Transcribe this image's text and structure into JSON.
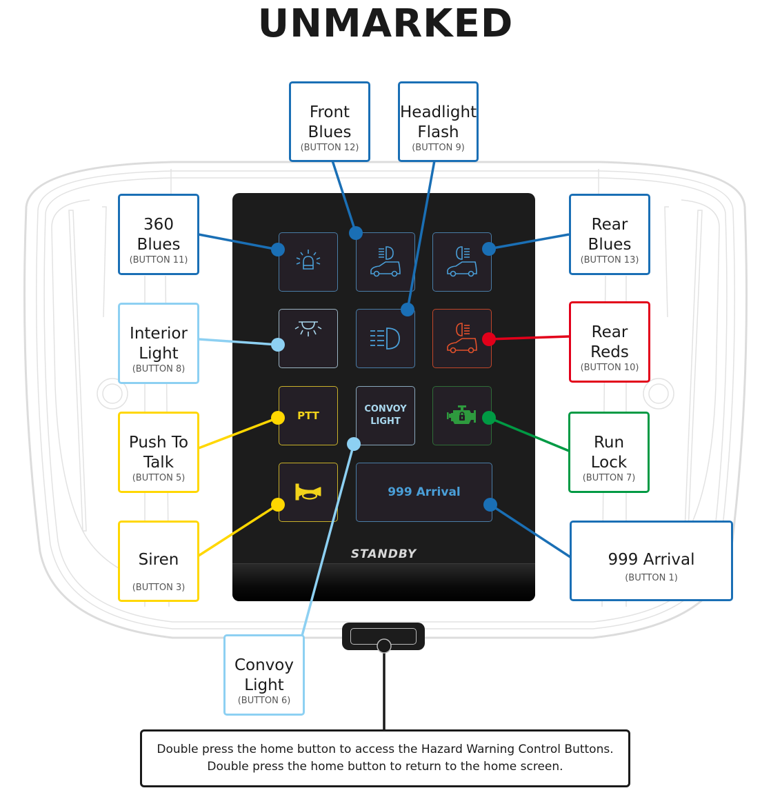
{
  "title": "UNMARKED",
  "colors": {
    "dark_blue": "#1a6fb5",
    "light_blue": "#8dd0f2",
    "yellow": "#ffd700",
    "red": "#e2001a",
    "green": "#009a44",
    "black": "#1a1a1a"
  },
  "screen": {
    "brand": "STANDBY",
    "tiles": [
      {
        "id": "360-blues",
        "icon": "beacon-icon"
      },
      {
        "id": "front-blues",
        "icon": "front-light-car-icon"
      },
      {
        "id": "rear-blues",
        "icon": "rear-light-car-icon"
      },
      {
        "id": "interior-light",
        "icon": "dome-light-icon"
      },
      {
        "id": "headlight-flash",
        "icon": "headlight-icon"
      },
      {
        "id": "rear-reds",
        "icon": "rear-light-car-icon"
      },
      {
        "id": "ptt",
        "text": "PTT"
      },
      {
        "id": "convoy-light",
        "text_line1": "CONVOY",
        "text_line2": "LIGHT"
      },
      {
        "id": "run-lock",
        "icon": "engine-lock-icon"
      },
      {
        "id": "siren",
        "icon": "horn-icon"
      },
      {
        "id": "999-arrival",
        "text": "999 Arrival"
      }
    ]
  },
  "labels": {
    "front_blues": {
      "line1": "Front",
      "line2": "Blues",
      "sub": "(BUTTON 12)"
    },
    "headlight_flash": {
      "line1": "Headlight",
      "line2": "Flash",
      "sub": "(BUTTON 9)"
    },
    "blues_360": {
      "line1": "360",
      "line2": "Blues",
      "sub": "(BUTTON 11)"
    },
    "interior_light": {
      "line1": "Interior",
      "line2": "Light",
      "sub": "(BUTTON 8)"
    },
    "push_to_talk": {
      "line1": "Push To",
      "line2": "Talk",
      "sub": "(BUTTON 5)"
    },
    "siren": {
      "line1": "Siren",
      "sub": "(BUTTON 3)"
    },
    "rear_blues": {
      "line1": "Rear",
      "line2": "Blues",
      "sub": "(BUTTON 13)"
    },
    "rear_reds": {
      "line1": "Rear",
      "line2": "Reds",
      "sub": "(BUTTON 10)"
    },
    "run_lock": {
      "line1": "Run",
      "line2": "Lock",
      "sub": "(BUTTON 7)"
    },
    "arrival_999": {
      "line1": "999 Arrival",
      "sub": "(BUTTON 1)"
    },
    "convoy_light": {
      "line1": "Convoy",
      "line2": "Light",
      "sub": "(BUTTON 6)"
    }
  },
  "note": {
    "line1": "Double press the home button to access the Hazard Warning Control Buttons.",
    "line2": "Double press the home button to return to the home screen."
  }
}
